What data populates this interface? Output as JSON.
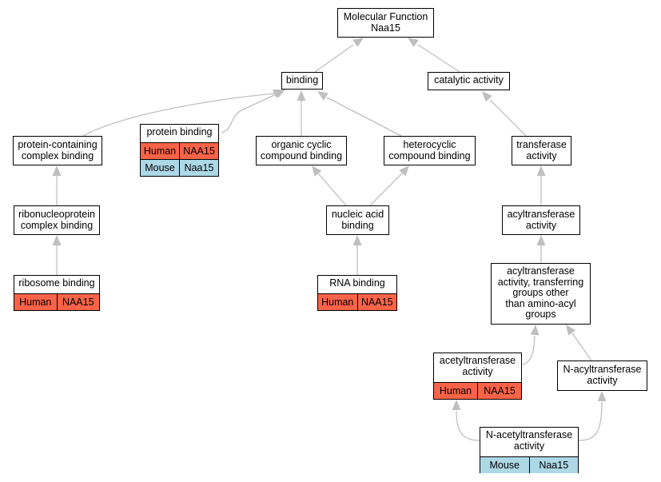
{
  "colors": {
    "human": "#fa6347",
    "mouse": "#add8e6",
    "edge": "#bfbfbf",
    "node_border": "#000000"
  },
  "nodes": {
    "molecular_function": {
      "label": "Molecular Function\nNaa15"
    },
    "binding": {
      "label": "binding"
    },
    "catalytic_activity": {
      "label": "catalytic activity"
    },
    "protein_containing_complex_binding": {
      "label": "protein-containing\ncomplex binding"
    },
    "protein_binding": {
      "label": "protein binding",
      "rows": [
        {
          "species": "Human",
          "gene": "NAA15"
        },
        {
          "species": "Mouse",
          "gene": "Naa15"
        }
      ]
    },
    "organic_cyclic_compound_binding": {
      "label": "organic cyclic\ncompound binding"
    },
    "heterocyclic_compound_binding": {
      "label": "heterocyclic\ncompound binding"
    },
    "transferase_activity": {
      "label": "transferase\nactivity"
    },
    "ribonucleoprotein_complex_binding": {
      "label": "ribonucleoprotein\ncomplex binding"
    },
    "nucleic_acid_binding": {
      "label": "nucleic acid\nbinding"
    },
    "acyltransferase_activity": {
      "label": "acyltransferase\nactivity"
    },
    "ribosome_binding": {
      "label": "ribosome binding",
      "rows": [
        {
          "species": "Human",
          "gene": "NAA15"
        }
      ]
    },
    "rna_binding": {
      "label": "RNA binding",
      "rows": [
        {
          "species": "Human",
          "gene": "NAA15"
        }
      ]
    },
    "acyltransferase_non_aminoacyl": {
      "label": "acyltransferase\nactivity, transferring\ngroups other\nthan amino-acyl\ngroups"
    },
    "acetyltransferase_activity": {
      "label": "acetyltransferase\nactivity",
      "rows": [
        {
          "species": "Human",
          "gene": "NAA15"
        }
      ]
    },
    "n_acyltransferase_activity": {
      "label": "N-acyltransferase\nactivity"
    },
    "n_acetyltransferase_activity": {
      "label": "N-acetyltransferase\nactivity",
      "rows": [
        {
          "species": "Mouse",
          "gene": "Naa15"
        }
      ]
    }
  }
}
